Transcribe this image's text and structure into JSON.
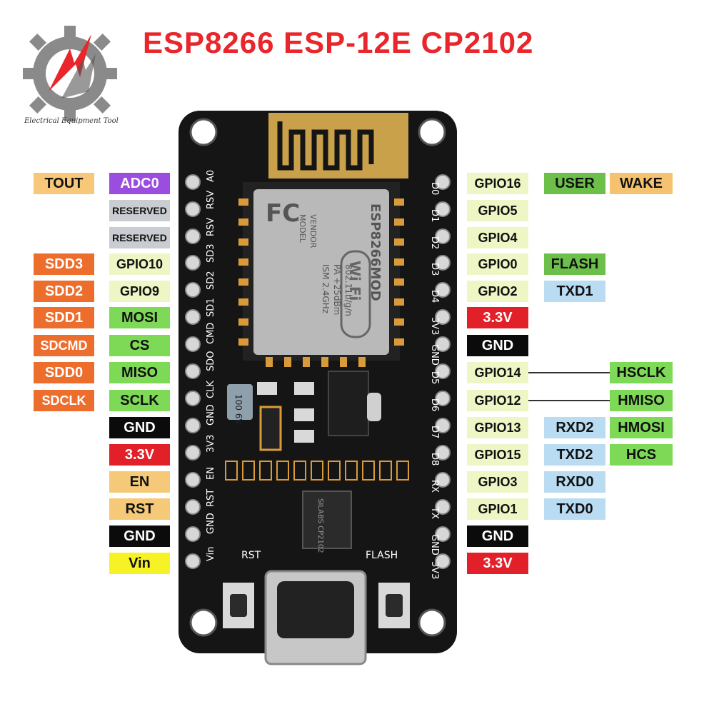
{
  "title": "ESP8266 ESP-12E CP2102",
  "logo": {
    "text": "Electrical Equipment Tool"
  },
  "board": {
    "module_label": "ESP8266MOD",
    "fcc_text": "FC",
    "model_lines": [
      "MODEL",
      "VENDOR",
      "ISM 2.4GHz",
      "PA +25dBm",
      "802.11b/g/n"
    ],
    "wifi_badge": "Wi Fi",
    "chip_label": "SILABS CP2102",
    "rst_label": "RST",
    "flash_label": "FLASH",
    "cap_label": "100 6V",
    "left_pin_names": [
      "A0",
      "RSV",
      "RSV",
      "SD3",
      "SD2",
      "SD1",
      "CMD",
      "SDO",
      "CLK",
      "GND",
      "3V3",
      "EN",
      "RST",
      "GND",
      "Vin"
    ],
    "right_pin_names": [
      "D0",
      "D1",
      "D2",
      "D3",
      "D4",
      "3V3",
      "GND",
      "D5",
      "D6",
      "D7",
      "D8",
      "RX",
      "TX",
      "GND",
      "3V3"
    ]
  },
  "left_labels": {
    "outer": [
      "TOUT",
      "",
      "",
      "SDD3",
      "SDD2",
      "SDD1",
      "SDCMD",
      "SDD0",
      "SDCLK",
      "",
      "",
      "",
      "",
      "",
      ""
    ],
    "inner": [
      "ADC0",
      "RESERVED",
      "RESERVED",
      "GPIO10",
      "GPIO9",
      "MOSI",
      "CS",
      "MISO",
      "SCLK",
      "GND",
      "3.3V",
      "EN",
      "RST",
      "GND",
      "Vin"
    ]
  },
  "right_labels": {
    "gpio": [
      "GPIO16",
      "GPIO5",
      "GPIO4",
      "GPIO0",
      "GPIO2",
      "3.3V",
      "GND",
      "GPIO14",
      "GPIO12",
      "GPIO13",
      "GPIO15",
      "GPIO3",
      "GPIO1",
      "GND",
      "3.3V"
    ],
    "second": [
      "USER",
      "",
      "",
      "FLASH",
      "TXD1",
      "",
      "",
      "",
      "",
      "RXD2",
      "TXD2",
      "RXD0",
      "TXD0",
      "",
      ""
    ],
    "third": [
      "WAKE",
      "",
      "",
      "",
      "",
      "",
      "",
      "HSCLK",
      "HMISO",
      "HMOSI",
      "HCS",
      "",
      "",
      "",
      ""
    ]
  },
  "colors": {
    "title": "#e8262b",
    "pcb": "#151515",
    "gold": "#d99b3a",
    "module_shield": "#b9b9b9"
  }
}
